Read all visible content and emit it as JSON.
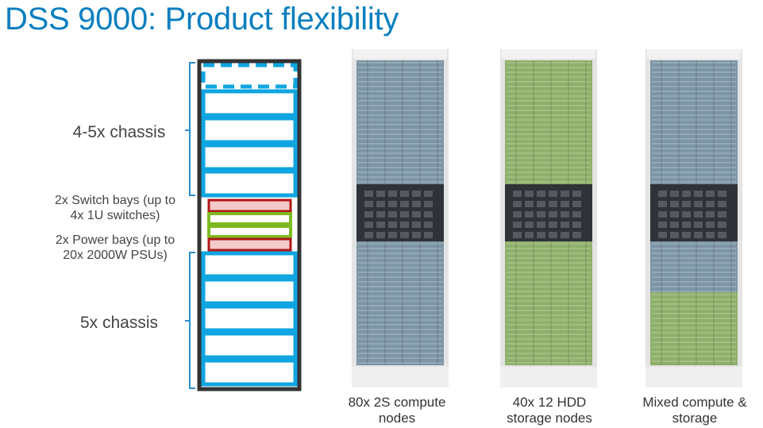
{
  "title": "DSS 9000: Product flexibility",
  "diagram": {
    "labels": {
      "top_chassis": "4-5x chassis",
      "switch_bays_line1": "2x Switch bays (up to",
      "switch_bays_line2": "4x 1U switches)",
      "power_bays_line1": "2x Power bays (up to",
      "power_bays_line2": "20x 2000W PSUs)",
      "bottom_chassis": "5x chassis"
    },
    "colors": {
      "chassis": "#0ea5e0",
      "frame": "#333333",
      "switch": "#b01818",
      "switch_fill": "#f4c9c9",
      "power": "#7dba1f",
      "bracket": "#2a8fd0"
    }
  },
  "racks": [
    {
      "caption_line1": "80x 2S compute",
      "caption_line2": "nodes",
      "config": "compute"
    },
    {
      "caption_line1": "40x 12 HDD",
      "caption_line2": "storage nodes",
      "config": "storage"
    },
    {
      "caption_line1": "Mixed compute &",
      "caption_line2": "storage",
      "config": "mixed"
    }
  ],
  "rack_colors": {
    "compute": "#7d96a6",
    "storage": "#8fb06a",
    "switch": "#2f3337",
    "frame": "#e4e4e4"
  }
}
